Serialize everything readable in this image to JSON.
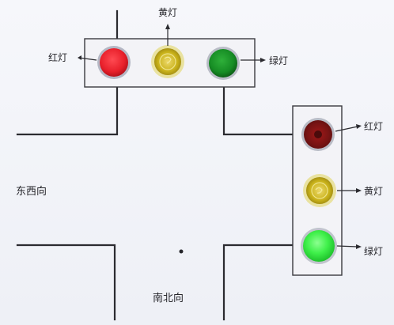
{
  "diagram": {
    "directions": {
      "east_west": "东西向",
      "north_south": "南北向"
    },
    "top_signal": {
      "red_label": "红灯",
      "yellow_label": "黄灯",
      "green_label": "绿灯"
    },
    "right_signal": {
      "red_label": "红灯",
      "yellow_label": "黄灯",
      "green_label": "绿灯"
    },
    "colors": {
      "red_on": "#e8202b",
      "red_off": "#7a1414",
      "yellow_off": "#c9b21a",
      "yellow_rim": "#e9e2a0",
      "green_dark": "#168c24",
      "green_on": "#3ff04a",
      "road": "#2b2b30"
    }
  }
}
